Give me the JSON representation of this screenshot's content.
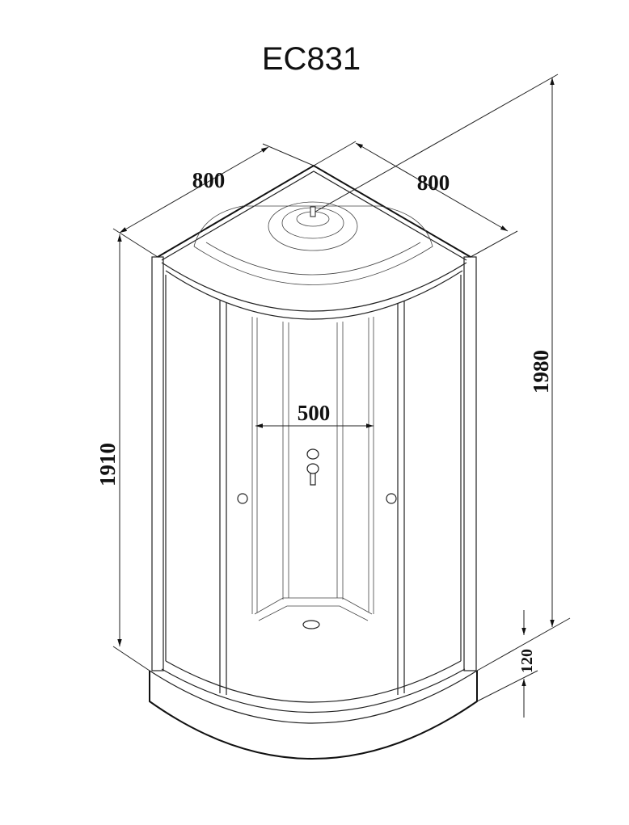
{
  "title": "EC831",
  "dimensions": {
    "width_left": "800",
    "width_right": "800",
    "total_height": "1980",
    "cabin_height": "1910",
    "door_opening": "500",
    "tray_height": "120"
  }
}
